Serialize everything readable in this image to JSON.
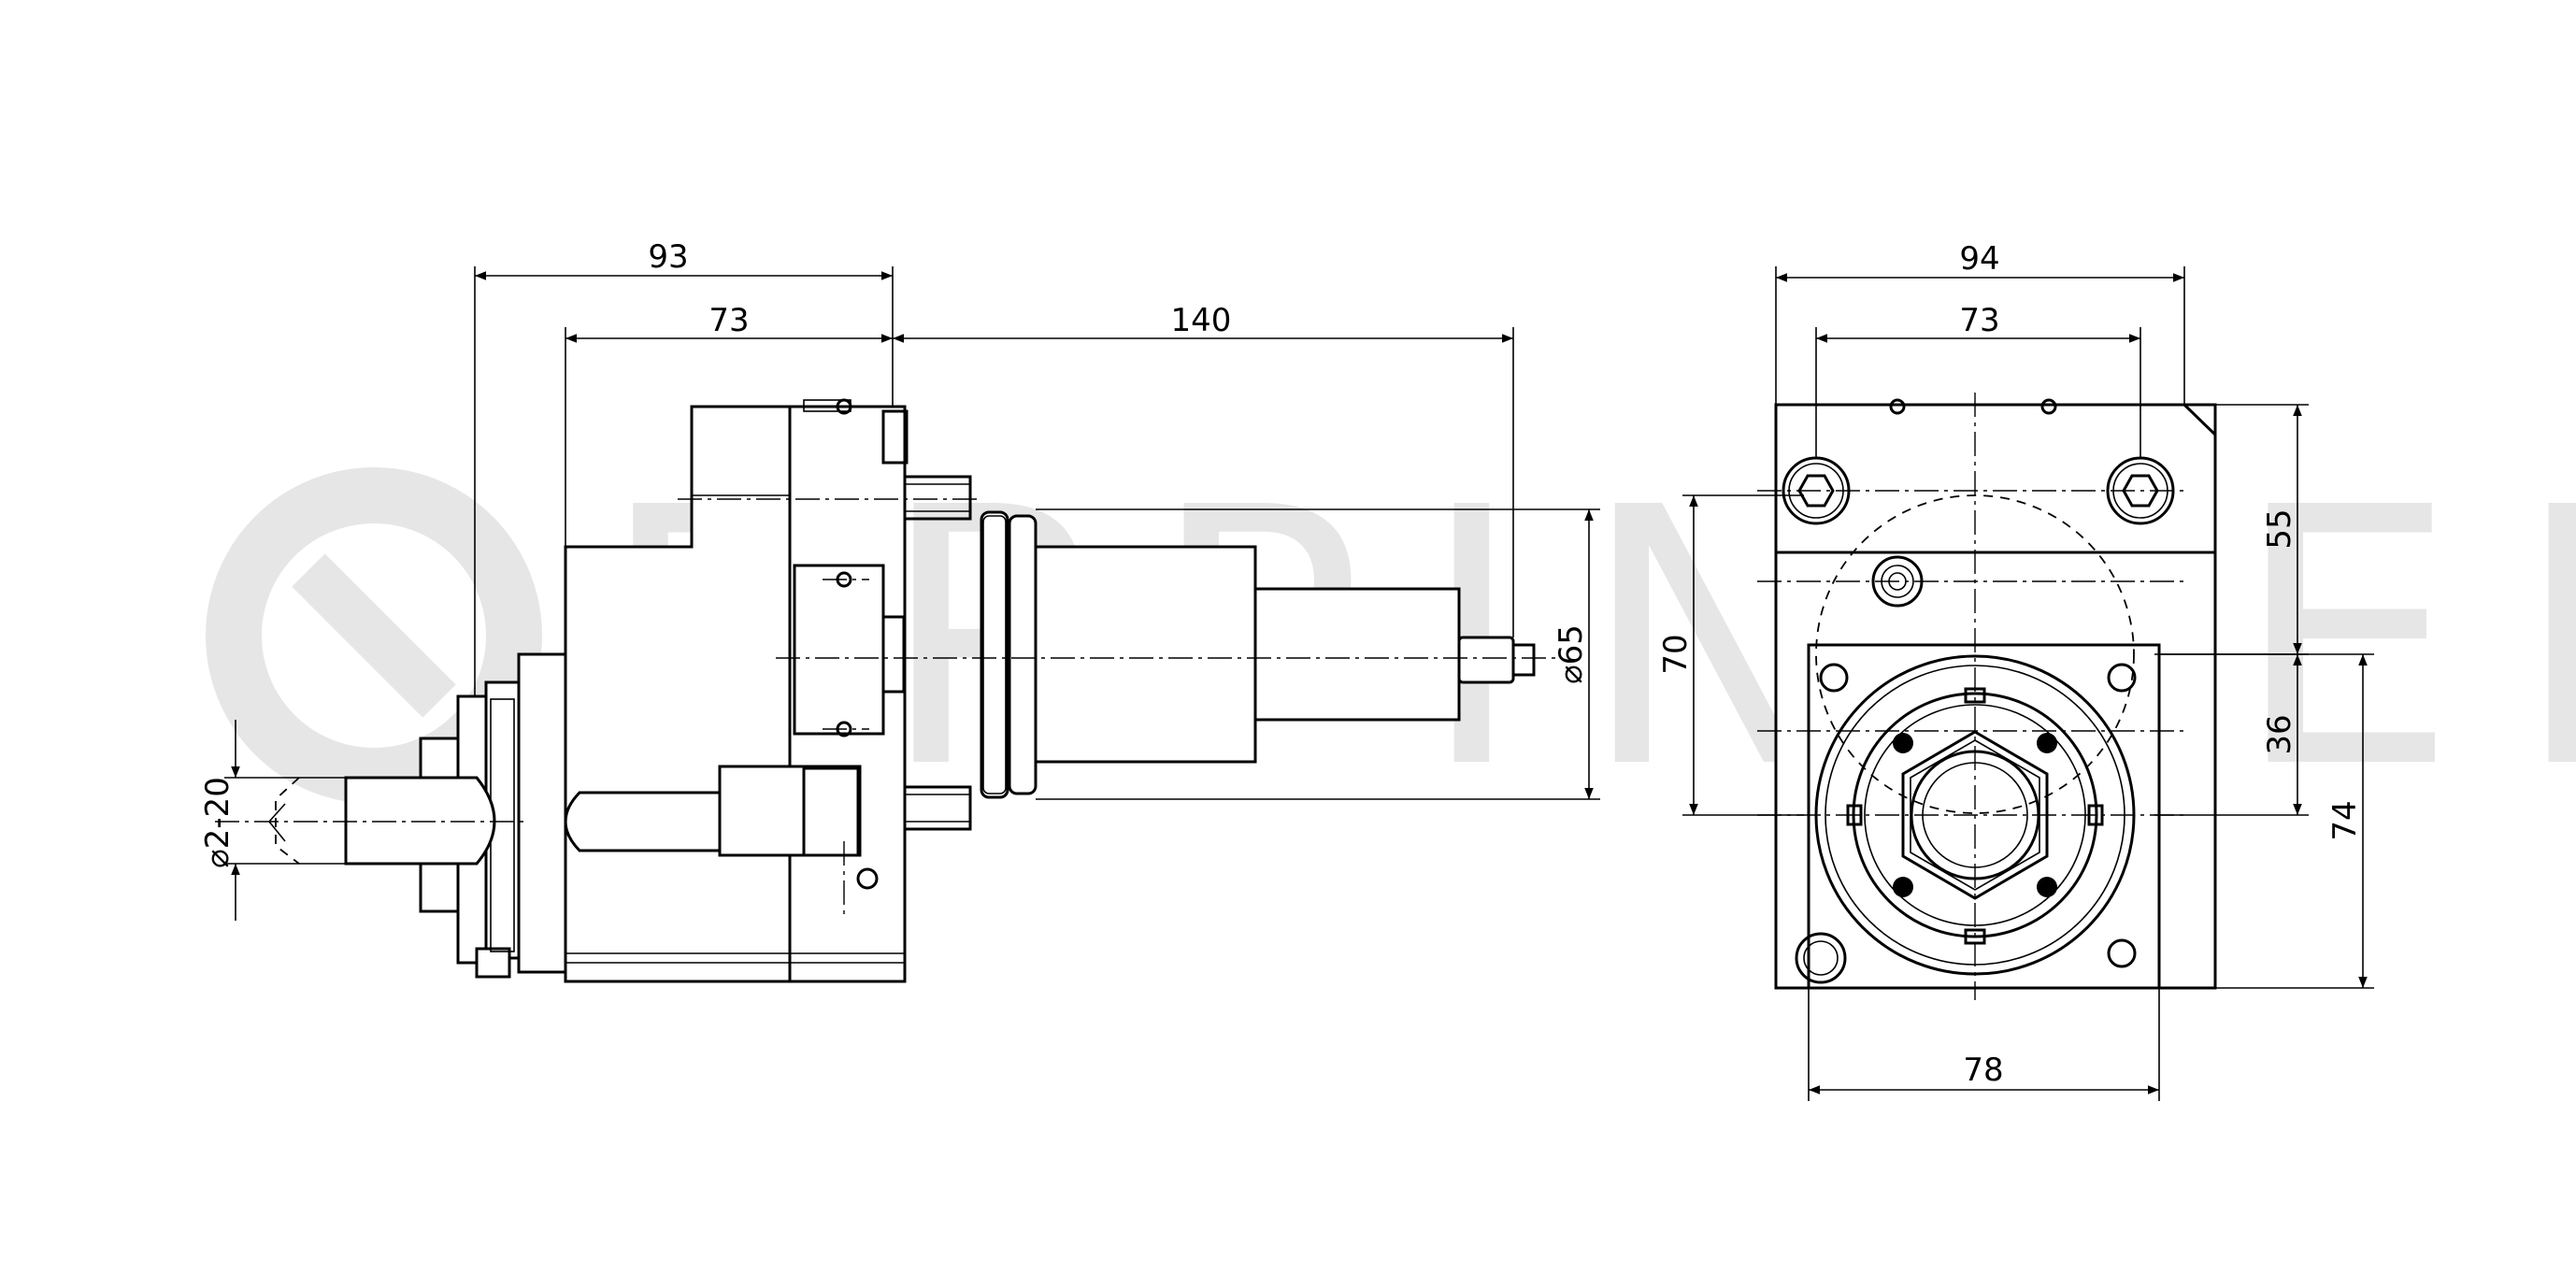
{
  "watermark": {
    "text": "EPPINGER"
  },
  "side_view": {
    "dims": {
      "overall_length": "93",
      "body_length": "73",
      "shank_length": "140",
      "shank_diameter": "⌀65",
      "collet_range": "⌀2-20"
    }
  },
  "front_view": {
    "dims": {
      "overall_width": "94",
      "bolt_spacing": "73",
      "top_height": "55",
      "height_70": "70",
      "height_36": "36",
      "height_74": "74",
      "flange_width": "78"
    }
  },
  "colors": {
    "line": "#000000",
    "watermark": "#e6e6e6",
    "background": "#ffffff"
  }
}
